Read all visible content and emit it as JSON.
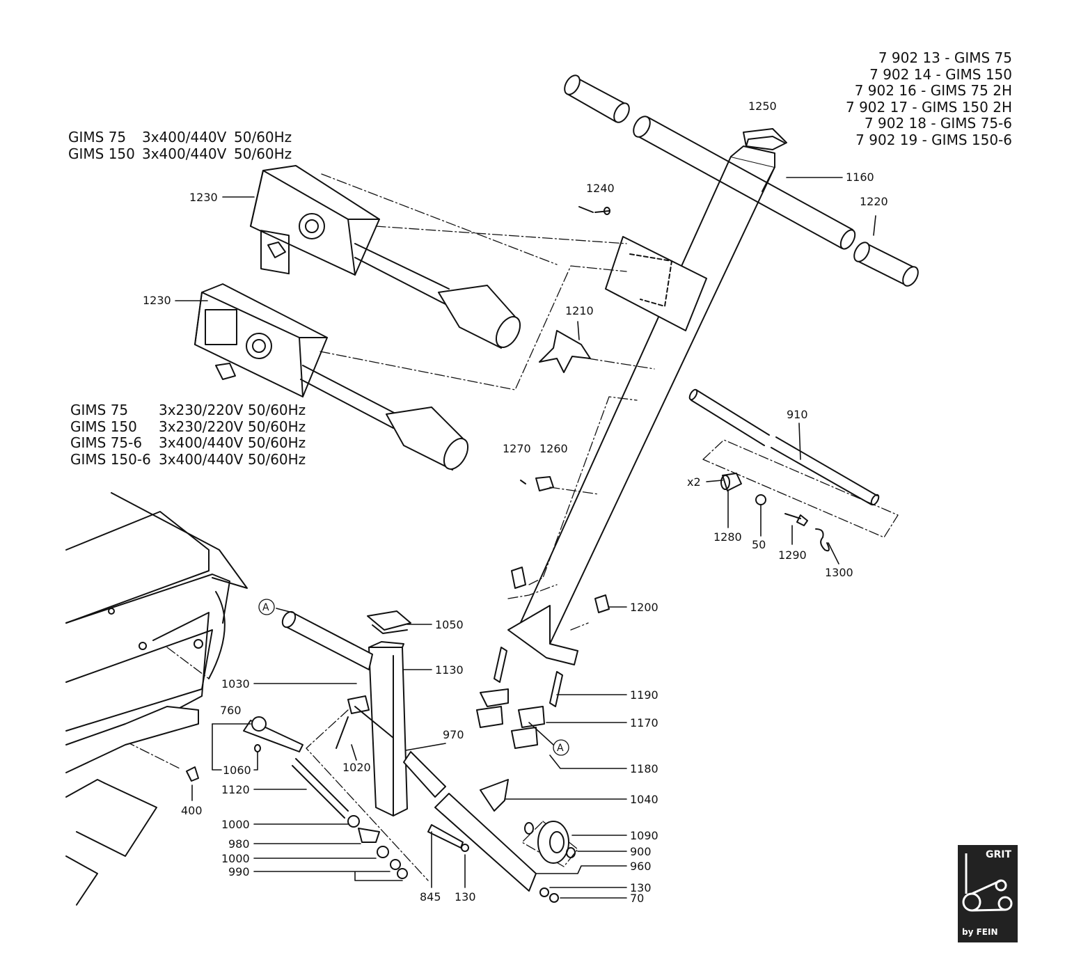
{
  "header": {
    "models": [
      "7 902 13 - GIMS 75",
      "7 902 14 - GIMS 150",
      "7 902 16 - GIMS 75 2H",
      "7 902 17 - GIMS 150 2H",
      "7 902 18 - GIMS 75-6",
      "7 902 19 - GIMS 150-6"
    ]
  },
  "spec_top": [
    {
      "model": "GIMS 75",
      "voltage": "3x400/440V",
      "freq": "50/60Hz"
    },
    {
      "model": "GIMS 150",
      "voltage": "3x400/440V",
      "freq": "50/60Hz"
    }
  ],
  "spec_bottom": [
    {
      "model": "GIMS 75",
      "voltage": "3x230/220V",
      "freq": "50/60Hz"
    },
    {
      "model": "GIMS 150",
      "voltage": "3x230/220V",
      "freq": "50/60Hz"
    },
    {
      "model": "GIMS 75-6",
      "voltage": "3x400/440V",
      "freq": "50/60Hz"
    },
    {
      "model": "GIMS 150-6",
      "voltage": "3x400/440V",
      "freq": "50/60Hz"
    }
  ],
  "part_labels": {
    "p1250": "1250",
    "p1160": "1160",
    "p1240": "1240",
    "p1220": "1220",
    "p1230a": "1230",
    "p1230b": "1230",
    "p1210": "1210",
    "p910": "910",
    "p1270": "1270",
    "p1260": "1260",
    "x2": "x2",
    "p1280": "1280",
    "p50": "50",
    "p1290": "1290",
    "p1300": "1300",
    "p1200": "1200",
    "p1050": "1050",
    "p1130": "1130",
    "p1030": "1030",
    "p1190": "1190",
    "p760": "760",
    "p1170": "1170",
    "p970": "970",
    "p1060": "1060",
    "p1020": "1020",
    "p1180": "1180",
    "p1120": "1120",
    "p400": "400",
    "p1040": "1040",
    "p1000a": "1000",
    "p980": "980",
    "p1000b": "1000",
    "p990": "990",
    "p1090": "1090",
    "p900": "900",
    "p960": "960",
    "p130a": "130",
    "p70": "70",
    "p845": "845",
    "p130b": "130"
  },
  "callouts": {
    "a1": "A",
    "a2": "A"
  },
  "logo": {
    "brand": "GRIT",
    "by": "by FEIN"
  }
}
